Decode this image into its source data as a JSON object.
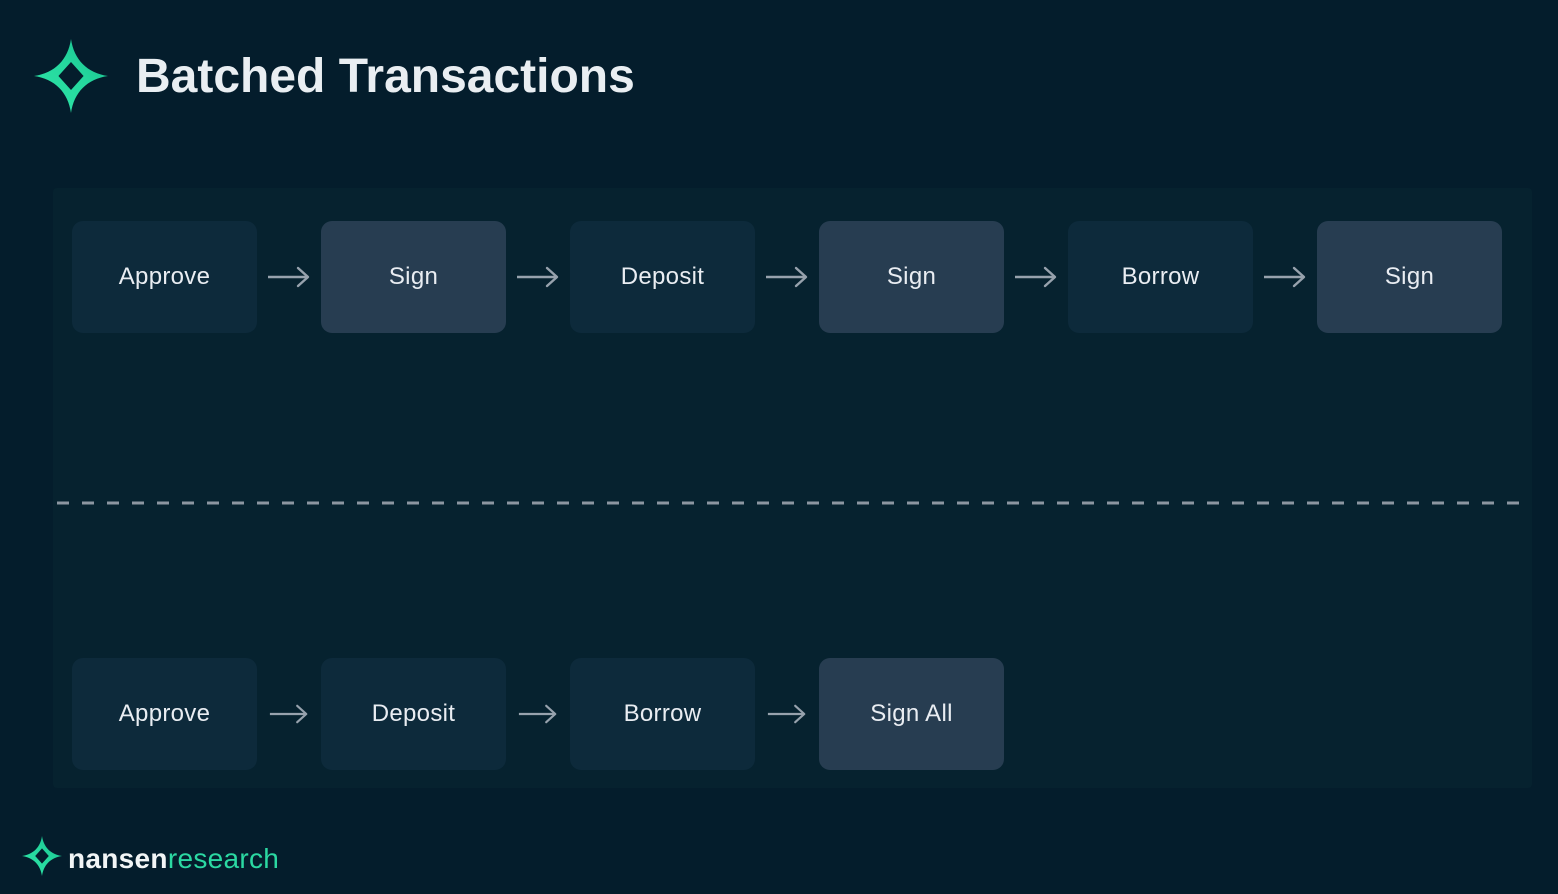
{
  "header": {
    "title": "Batched Transactions",
    "logo": "nansen-star-icon"
  },
  "flows": {
    "top": {
      "steps": [
        {
          "label": "Approve",
          "highlighted": false
        },
        {
          "label": "Sign",
          "highlighted": true
        },
        {
          "label": "Deposit",
          "highlighted": false
        },
        {
          "label": "Sign",
          "highlighted": true
        },
        {
          "label": "Borrow",
          "highlighted": false
        },
        {
          "label": "Sign",
          "highlighted": true
        }
      ]
    },
    "bottom": {
      "steps": [
        {
          "label": "Approve",
          "highlighted": false
        },
        {
          "label": "Deposit",
          "highlighted": false
        },
        {
          "label": "Borrow",
          "highlighted": false
        },
        {
          "label": "Sign All",
          "highlighted": true
        }
      ]
    }
  },
  "footer": {
    "brand": "nansen",
    "brand_suffix": "research"
  },
  "colors": {
    "background": "#041D2C",
    "panel": "#06222F",
    "box": "#0D2A3B",
    "box_highlighted": "#273D51",
    "text": "#E9EDF2",
    "arrow": "#97A2AD",
    "divider": "#8C96A1",
    "accent_green": "#2EE5A7",
    "accent_teal": "#14BA8C"
  }
}
